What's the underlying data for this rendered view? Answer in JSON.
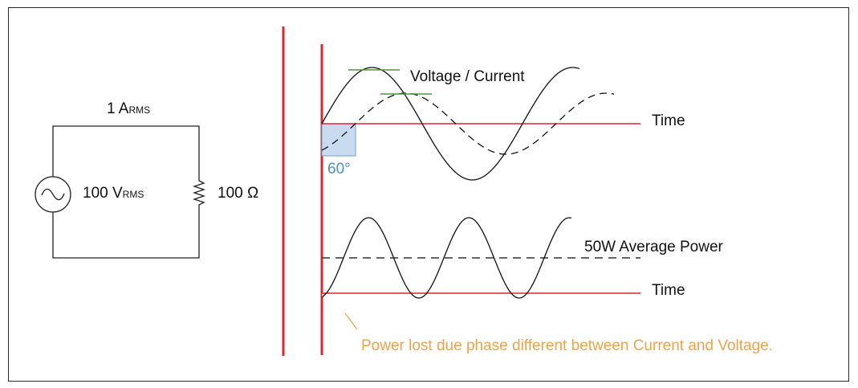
{
  "circuit": {
    "current_value": "1 A",
    "current_sub": "RMS",
    "voltage_value": "100 V",
    "voltage_sub": "RMS",
    "resistance": "100 Ω"
  },
  "top_graph": {
    "signal_label": "Voltage / Current",
    "time_label": "Time",
    "phase_label": "60°"
  },
  "bottom_graph": {
    "avg_power_label": "50W Average Power",
    "time_label": "Time",
    "power_loss_note": "Power lost due phase different between Current and Voltage."
  },
  "colors": {
    "divider": "#e0262b",
    "axis": "#e0262b",
    "peak_marker": "#4c9a3c",
    "phase_fill": "#c9dcef",
    "phase_stroke": "#6aa0cf",
    "loss_fill": "#f7c38c",
    "note_text": "#f0a24a"
  }
}
